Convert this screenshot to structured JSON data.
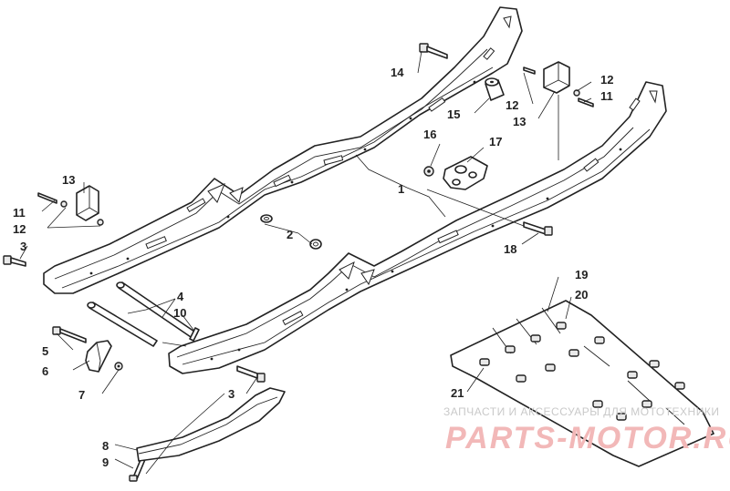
{
  "callouts": {
    "c1": "1",
    "c2": "2",
    "c3a": "3",
    "c3b": "3",
    "c4": "4",
    "c5": "5",
    "c6": "6",
    "c7": "7",
    "c8": "8",
    "c9": "9",
    "c10": "10",
    "c11a": "11",
    "c11b": "11",
    "c12a": "12",
    "c12b": "12",
    "c12c": "12",
    "c13a": "13",
    "c13b": "13",
    "c14": "14",
    "c15": "15",
    "c16": "16",
    "c17": "17",
    "c18": "18",
    "c19": "19",
    "c20": "20",
    "c21": "21"
  },
  "watermark": {
    "tagline": "ЗАПЧАСТИ И АКСЕССУАРЫ ДЛЯ МОТОТЕХНИКИ",
    "logo": "PARTS-MOTOR.RU"
  }
}
